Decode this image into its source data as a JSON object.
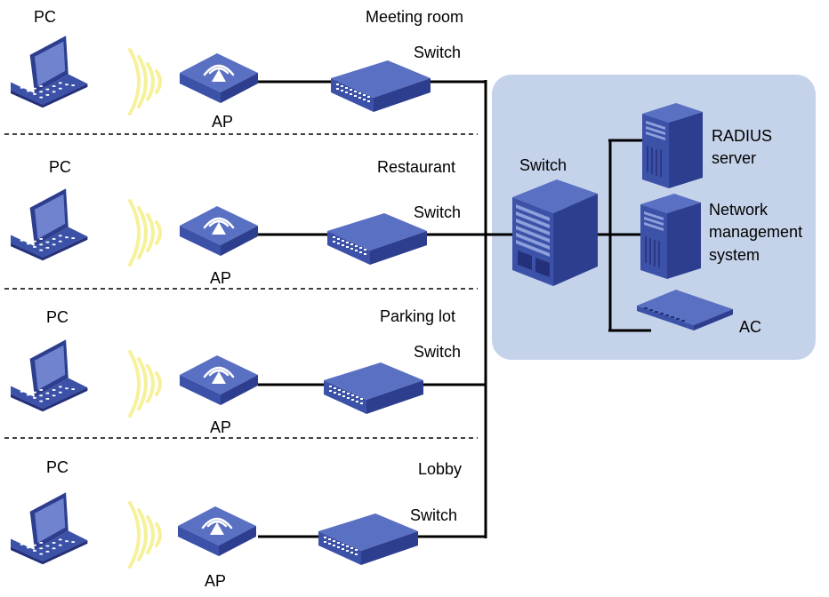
{
  "colors": {
    "device_dark": "#2d3e8f",
    "device_mid": "#3c52a8",
    "device_top": "#5a70c3",
    "core_panel": "#c5d3ea",
    "wifi_waves": "#f6f19a",
    "link": "#000000"
  },
  "sites": [
    {
      "pc_label": "PC",
      "location": "Meeting room",
      "switch_label": "Switch",
      "ap_label": "AP"
    },
    {
      "pc_label": "PC",
      "location": "Restaurant",
      "switch_label": "Switch",
      "ap_label": "AP"
    },
    {
      "pc_label": "PC",
      "location": "Parking lot",
      "switch_label": "Switch",
      "ap_label": "AP"
    },
    {
      "pc_label": "PC",
      "location": "Lobby",
      "switch_label": "Switch",
      "ap_label": "AP"
    }
  ],
  "core": {
    "switch_label": "Switch",
    "radius_label_1": "RADIUS",
    "radius_label_2": "server",
    "nms_label_1": "Network",
    "nms_label_2": "management",
    "nms_label_3": "system",
    "ac_label": "AC"
  },
  "icons": [
    "laptop-icon",
    "wifi-waves-icon",
    "access-point-icon",
    "switch-icon",
    "core-switch-icon",
    "server-icon",
    "access-controller-icon"
  ]
}
